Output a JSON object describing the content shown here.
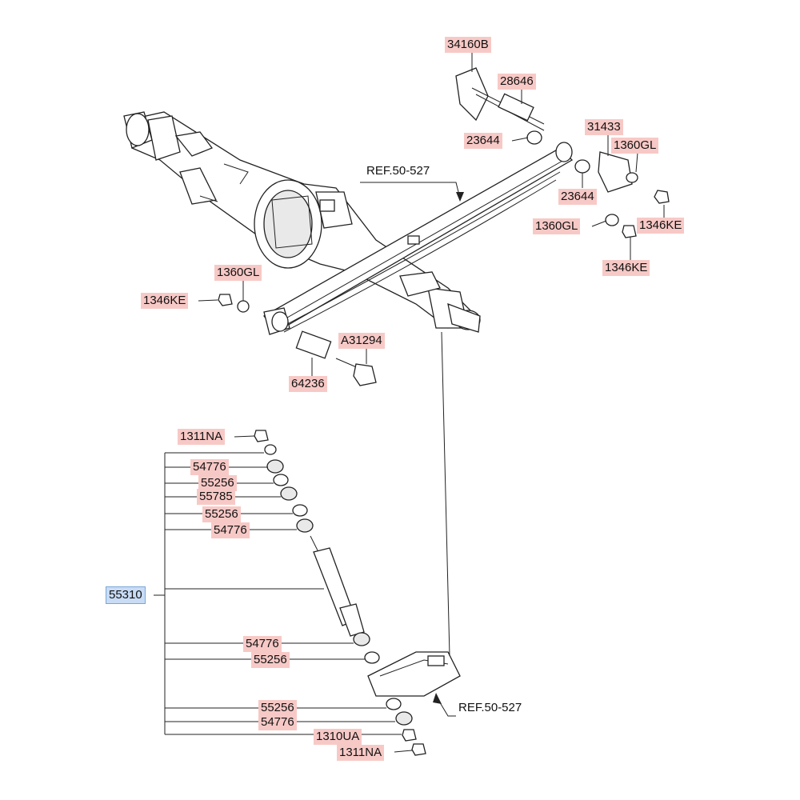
{
  "labels": {
    "p34160B": "34160B",
    "p28646": "28646",
    "p31433": "31433",
    "p23644a": "23644",
    "p1360GLa": "1360GL",
    "p23644b": "23644",
    "p1360GLb": "1360GL",
    "p1346KEa": "1346KE",
    "p1346KEb": "1346KE",
    "ref1": "REF.50-527",
    "p1360GLc": "1360GL",
    "p1346KEc": "1346KE",
    "pA31294": "A31294",
    "p64236": "64236",
    "p1311NAa": "1311NA",
    "p54776a": "54776",
    "p55256a": "55256",
    "p55785": "55785",
    "p55256b": "55256",
    "p54776b": "54776",
    "p55310": "55310",
    "p54776c": "54776",
    "p55256c": "55256",
    "ref2": "REF.50-527",
    "p55256d": "55256",
    "p54776d": "54776",
    "p1310UA": "1310UA",
    "p1311NAb": "1311NA"
  },
  "colors": {
    "hotspot": "#f7c9c6",
    "selected": "#c9dcf5",
    "line": "#222222"
  }
}
